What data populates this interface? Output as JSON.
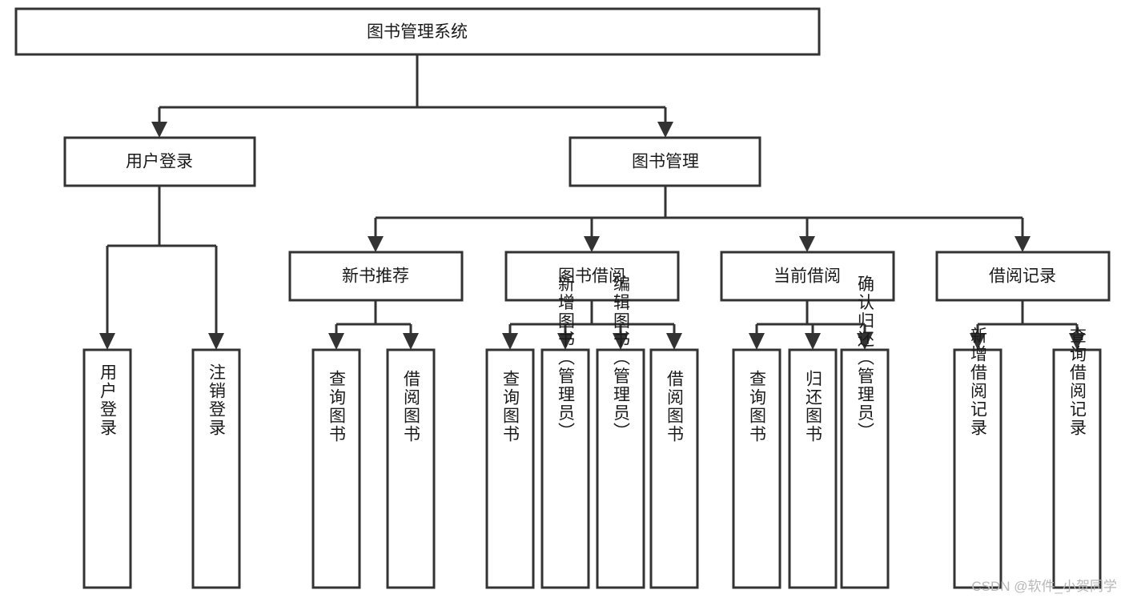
{
  "diagram": {
    "type": "tree-hierarchy-chart",
    "title": "图书管理系统",
    "colors": {
      "box_fill": "#ffffff",
      "box_stroke": "#333333",
      "connector": "#333333",
      "text": "#1a1a1a",
      "watermark": "#b8b8b8"
    },
    "levels": {
      "level1": [
        {
          "id": "root",
          "label": "图书管理系统"
        }
      ],
      "level2": [
        {
          "id": "user-login",
          "label": "用户登录"
        },
        {
          "id": "book-manage",
          "label": "图书管理"
        }
      ],
      "level3": [
        {
          "id": "new-book-rec",
          "label": "新书推荐"
        },
        {
          "id": "book-borrow",
          "label": "图书借阅"
        },
        {
          "id": "current-borrow",
          "label": "当前借阅"
        },
        {
          "id": "borrow-record",
          "label": "借阅记录"
        }
      ],
      "level4": [
        {
          "id": "leaf-user-login",
          "label": "用户登录",
          "parent": "user-login"
        },
        {
          "id": "leaf-logout",
          "label": "注销登录",
          "parent": "user-login"
        },
        {
          "id": "leaf-query-book-1",
          "label": "查询图书",
          "parent": "new-book-rec"
        },
        {
          "id": "leaf-borrow-book-1",
          "label": "借阅图书",
          "parent": "new-book-rec"
        },
        {
          "id": "leaf-query-book-2",
          "label": "查询图书",
          "parent": "book-borrow"
        },
        {
          "id": "leaf-add-book",
          "label": "新增图书（管理员）",
          "parent": "book-borrow"
        },
        {
          "id": "leaf-edit-book",
          "label": "编辑图书（管理员）",
          "parent": "book-borrow"
        },
        {
          "id": "leaf-borrow-book-2",
          "label": "借阅图书",
          "parent": "book-borrow"
        },
        {
          "id": "leaf-query-book-3",
          "label": "查询图书",
          "parent": "current-borrow"
        },
        {
          "id": "leaf-return-book",
          "label": "归还图书",
          "parent": "current-borrow"
        },
        {
          "id": "leaf-confirm-return",
          "label": "确认归还（管理员）",
          "parent": "current-borrow"
        },
        {
          "id": "leaf-add-record",
          "label": "新增借阅记录",
          "parent": "borrow-record"
        },
        {
          "id": "leaf-query-record",
          "label": "查询借阅记录",
          "parent": "borrow-record"
        }
      ]
    },
    "watermark": "CSDN @软件_小贺同学"
  }
}
